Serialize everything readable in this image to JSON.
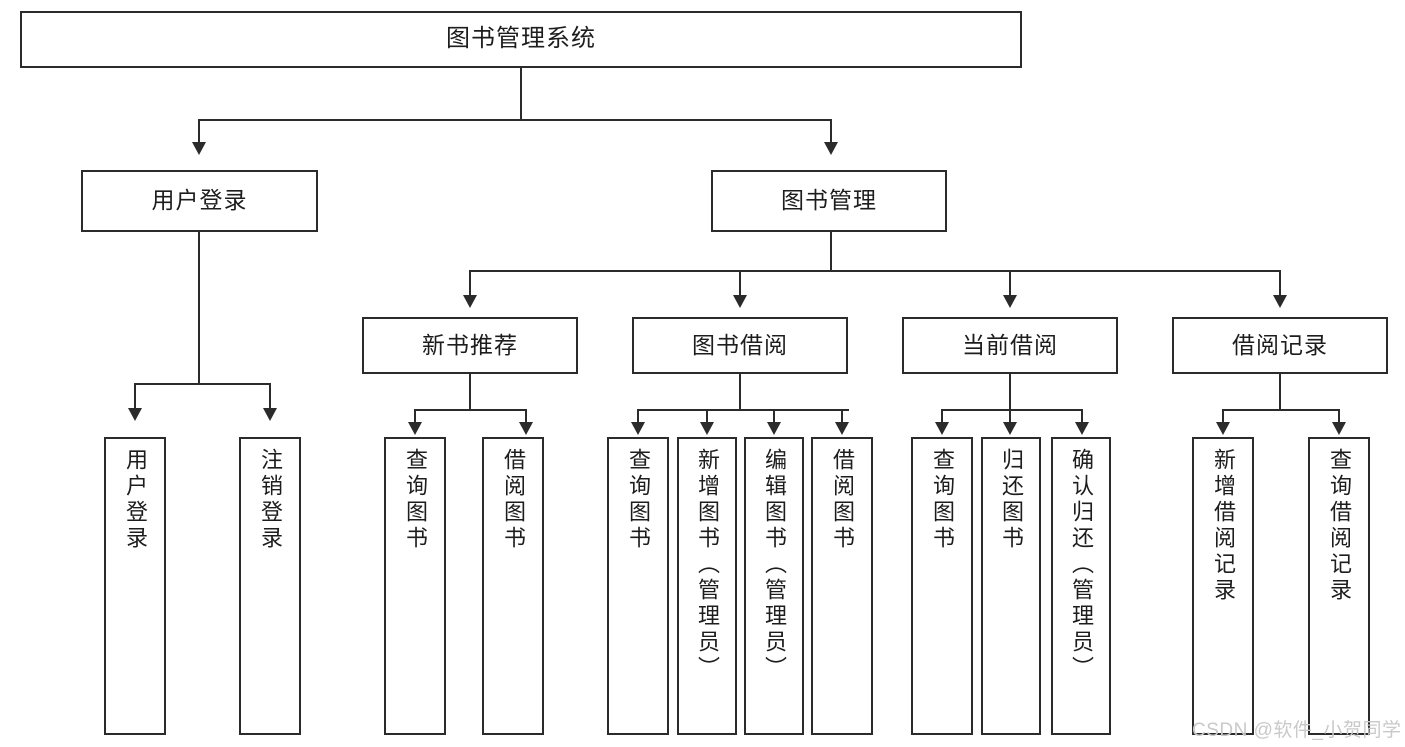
{
  "diagram": {
    "title": "图书管理系统",
    "type": "tree",
    "watermark": "CSDN @软件_小贺同学",
    "colors": {
      "box_border": "#2b2b2b",
      "box_fill": "#ffffff",
      "text": "#1d1d1d",
      "connector": "#2b2b2b",
      "watermark": "#c9c9c9",
      "background": "#ffffff"
    },
    "root": {
      "label": "图书管理系统"
    },
    "level1": [
      {
        "label": "用户登录"
      },
      {
        "label": "图书管理"
      }
    ],
    "level2": [
      {
        "label": "新书推荐"
      },
      {
        "label": "图书借阅"
      },
      {
        "label": "当前借阅"
      },
      {
        "label": "借阅记录"
      }
    ],
    "leaves": {
      "user_login": [
        {
          "label": "用户登录"
        },
        {
          "label": "注销登录"
        }
      ],
      "new_book_recommend": [
        {
          "label": "查询图书"
        },
        {
          "label": "借阅图书"
        }
      ],
      "book_borrow": [
        {
          "label": "查询图书"
        },
        {
          "label": "新增图书（管理员）"
        },
        {
          "label": "编辑图书（管理员）"
        },
        {
          "label": "借阅图书"
        }
      ],
      "current_borrow": [
        {
          "label": "查询图书"
        },
        {
          "label": "归还图书"
        },
        {
          "label": "确认归还（管理员）"
        }
      ],
      "borrow_record": [
        {
          "label": "新增借阅记录"
        },
        {
          "label": "查询借阅记录"
        }
      ]
    }
  }
}
